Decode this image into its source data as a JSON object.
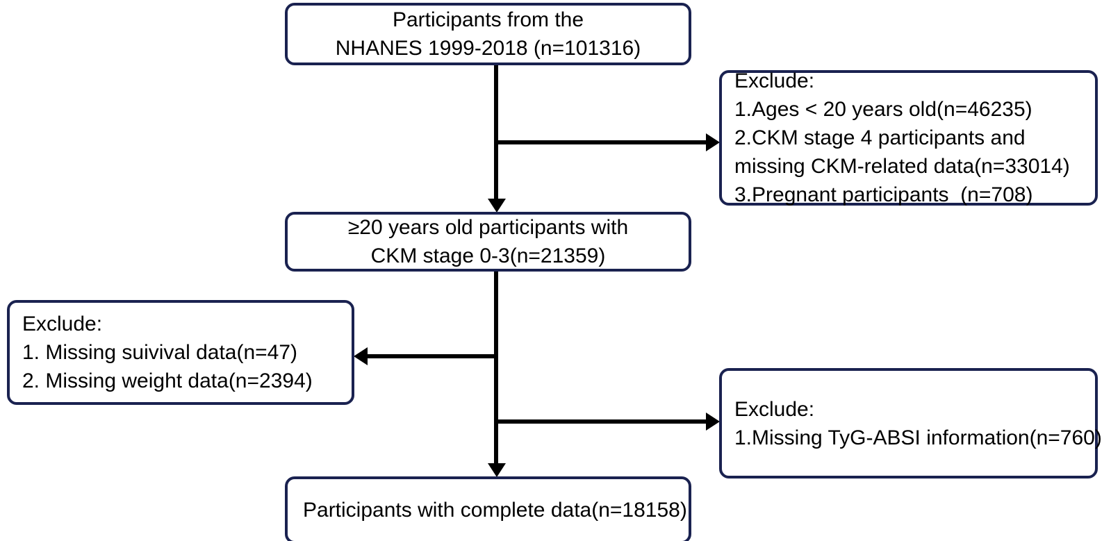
{
  "diagram": {
    "title": "NHANES participant selection flowchart",
    "colors": {
      "box_border": "#1a2250",
      "box_fill": "#ffffff",
      "connector": "#000000",
      "text": "#000000",
      "background": "#ffffff"
    },
    "nodes": {
      "top": {
        "name": "source-population",
        "lines": [
          "Participants from the",
          "NHANES 1999-2018 (n=101316)"
        ]
      },
      "exclude_1": {
        "name": "exclusion-criteria-1",
        "lines": [
          "Exclude:",
          "1.Ages < 20 years old(n=46235)",
          "2.CKM stage 4 participants and",
          "missing CKM-related data(n=33014)",
          "3.Pregnant participants  (n=708)"
        ]
      },
      "stage": {
        "name": "eligible-ckm-stage-0-3",
        "lines": [
          "≥20 years old participants with",
          "CKM stage 0-3(n=21359)"
        ]
      },
      "exclude_2": {
        "name": "exclusion-criteria-2",
        "lines": [
          "Exclude:",
          "1. Missing suivival data(n=47)",
          "2. Missing weight data(n=2394)"
        ]
      },
      "exclude_3": {
        "name": "exclusion-criteria-3",
        "lines": [
          "Exclude:",
          "1.Missing TyG-ABSI information(n=760)"
        ]
      },
      "final": {
        "name": "final-analytic-sample",
        "lines": [
          "Participants with complete data(n=18158)"
        ]
      }
    },
    "counts": {
      "source_total": 101316,
      "excluded_age_under_20": 46235,
      "excluded_ckm_stage4_or_missing": 33014,
      "excluded_pregnant": 708,
      "eligible_stage_0_3": 21359,
      "excluded_missing_survival": 47,
      "excluded_missing_weight": 2394,
      "excluded_missing_tyg_absi": 760,
      "final_sample": 18158
    }
  }
}
